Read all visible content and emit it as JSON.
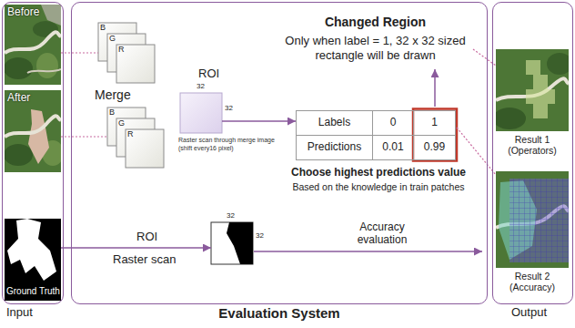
{
  "diagram": {
    "nodes": [
      {
        "text": [
          "Input"
        ]
      },
      {
        "text": [
          "Before"
        ],
        "in": 0
      },
      {
        "text": [
          "After"
        ],
        "in": 0
      },
      {
        "text": [
          "Ground Truth"
        ],
        "in": 0
      },
      {
        "text": [
          "Evaluation System"
        ]
      },
      {
        "text": [
          "B",
          "G",
          "R"
        ],
        "in": 4
      },
      {
        "text": [
          "B",
          "G",
          "R"
        ],
        "in": 4
      },
      {
        "text": [
          "ROI",
          "32",
          "32",
          "Raster scan through merge image (shift every16 pixel)"
        ],
        "in": 4
      },
      {
        "text": [
          "Labels",
          "0",
          "1",
          "Predictions",
          "0.01",
          "0.99"
        ],
        "in": 4
      },
      {
        "text": [
          "32",
          "32"
        ],
        "in": 4
      },
      {
        "text": [
          "Output"
        ]
      },
      {
        "text": [
          "Result 1 (Operators)"
        ],
        "in": 10
      },
      {
        "text": [
          "Result 2 (Accuracy)"
        ],
        "in": 10
      }
    ],
    "edges": [
      {
        "from": 1,
        "to": 5,
        "arrow": "none"
      },
      {
        "from": 2,
        "to": 6,
        "arrow": "none"
      },
      {
        "from": 7,
        "to": 8,
        "arrow": "to"
      },
      {
        "from": 3,
        "to": 9,
        "arrow": "to"
      }
    ],
    "labels": [
      "Changed Region",
      "Only when label = 1, 32 x 32 sized rectangle will be drawn",
      "Merge",
      "Choose highest predictions value",
      "Based on the knowledge in train patches",
      "ROI",
      "Raster scan",
      "Accuracy evaluation"
    ]
  }
}
